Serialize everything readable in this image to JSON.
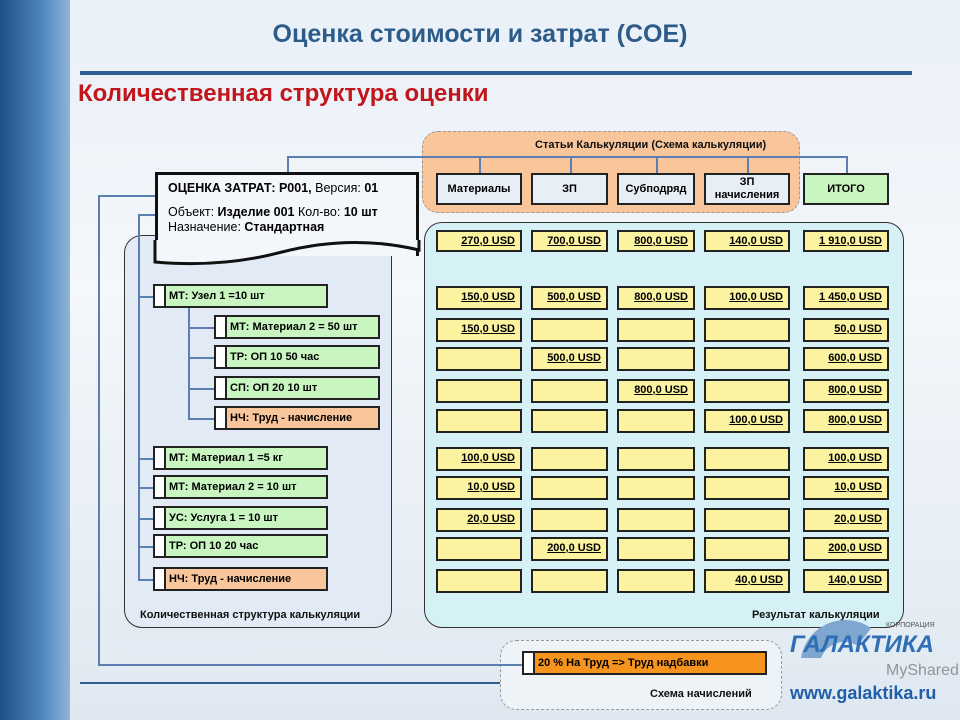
{
  "title": "Оценка стоимости и затрат (COE)",
  "subtitle": "Количественная структура оценки",
  "calc_articles_caption": "Статьи Калькуляции (Схема калькуляции)",
  "columns": [
    "Материалы",
    "ЗП",
    "Субподряд",
    "ЗП начисления",
    "ИТОГО"
  ],
  "document": {
    "line1_bold": "ОЦЕНКА ЗАТРАТ: P001,",
    "line1_label": " Версия: ",
    "line1_value": "01",
    "line2_label": "Объект: ",
    "line2_value": "Изделие 001",
    "line2_qty_label": " Кол-во: ",
    "line2_qty": "10 шт",
    "line3_label": "Назначение: ",
    "line3_value": "Стандартная"
  },
  "tree": [
    {
      "label": "МТ: Узел 1 =10 шт",
      "level": 0,
      "type": "green"
    },
    {
      "label": "МТ: Материал 2 = 50 шт",
      "level": 1,
      "type": "green"
    },
    {
      "label": "ТР: ОП 10 50 час",
      "level": 1,
      "type": "green"
    },
    {
      "label": "СП: ОП 20 10 шт",
      "level": 1,
      "type": "green"
    },
    {
      "label": "НЧ: Труд - начисление",
      "level": 1,
      "type": "orange"
    },
    {
      "label": "МТ: Материал 1 =5 кг",
      "level": 0,
      "type": "green"
    },
    {
      "label": "МТ: Материал 2 = 10 шт",
      "level": 0,
      "type": "green"
    },
    {
      "label": "УС: Услуга 1 = 10 шт",
      "level": 0,
      "type": "green"
    },
    {
      "label": "ТР: ОП 10 20 час",
      "level": 0,
      "type": "green"
    },
    {
      "label": "НЧ: Труд - начисление",
      "level": 0,
      "type": "orange"
    }
  ],
  "grid": [
    [
      "270,0 USD",
      "700,0 USD",
      "800,0 USD",
      "140,0 USD",
      "1 910,0 USD"
    ],
    [
      "150,0 USD",
      "500,0 USD",
      "800,0 USD",
      "100,0 USD",
      "1 450,0 USD"
    ],
    [
      "150,0 USD",
      "",
      "",
      "",
      "50,0 USD"
    ],
    [
      "",
      "500,0 USD",
      "",
      "",
      "600,0 USD"
    ],
    [
      "",
      "",
      "800,0 USD",
      "",
      "800,0 USD"
    ],
    [
      "",
      "",
      "",
      "100,0 USD",
      "800,0 USD"
    ],
    [
      "100,0 USD",
      "",
      "",
      "",
      "100,0 USD"
    ],
    [
      "10,0 USD",
      "",
      "",
      "",
      "10,0 USD"
    ],
    [
      "20,0 USD",
      "",
      "",
      "",
      "20,0 USD"
    ],
    [
      "",
      "200,0 USD",
      "",
      "",
      "200,0 USD"
    ],
    [
      "",
      "",
      "",
      "40,0 USD",
      "140,0 USD"
    ]
  ],
  "left_caption": "Количественная структура калькуляции",
  "right_caption": "Результат калькуляции",
  "scheme_item": "20 % На Труд => Труд надбавки",
  "scheme_caption": "Схема начислений",
  "logo": {
    "corp": "КОРПОРАЦИЯ",
    "name": "ГАЛАКТИКА",
    "url": "www.galaktika.ru",
    "watermark": "MyShared"
  }
}
